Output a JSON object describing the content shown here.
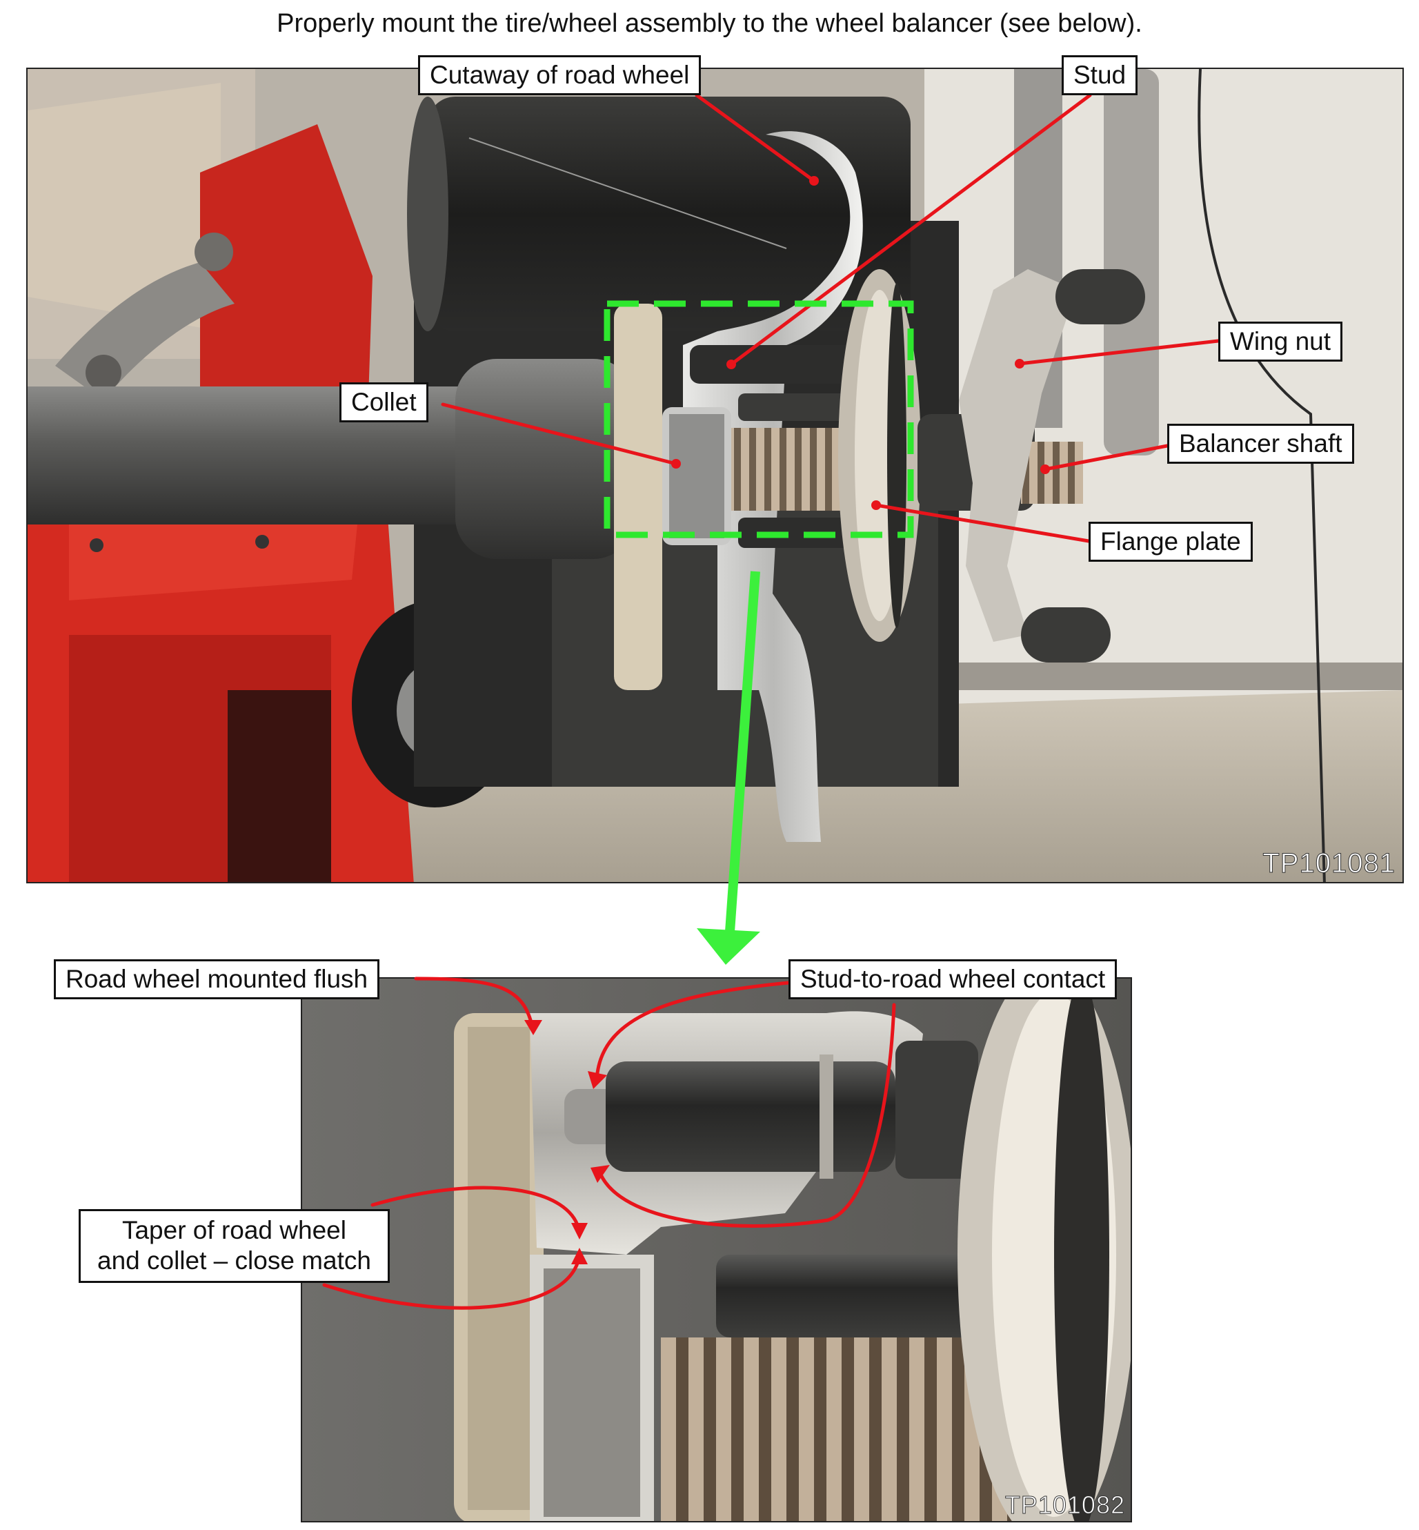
{
  "instruction": "Properly mount the tire/wheel assembly to the wheel balancer (see below).",
  "top_photo": {
    "id_label": "TP101081",
    "callouts": {
      "cutaway": "Cutaway of road wheel",
      "stud": "Stud",
      "wing_nut": "Wing nut",
      "collet": "Collet",
      "balancer_shaft": "Balancer shaft",
      "flange_plate": "Flange plate"
    }
  },
  "bottom_photo": {
    "id_label": "TP101082",
    "callouts": {
      "flush": "Road wheel mounted flush",
      "contact": "Stud-to-road wheel contact",
      "taper_line1": "Taper of road wheel",
      "taper_line2": "and collet – close match"
    }
  },
  "colors": {
    "callout_line": "#e8141b",
    "zoom_box": "#2ee82e",
    "zoom_arrow": "#3cf03c"
  }
}
